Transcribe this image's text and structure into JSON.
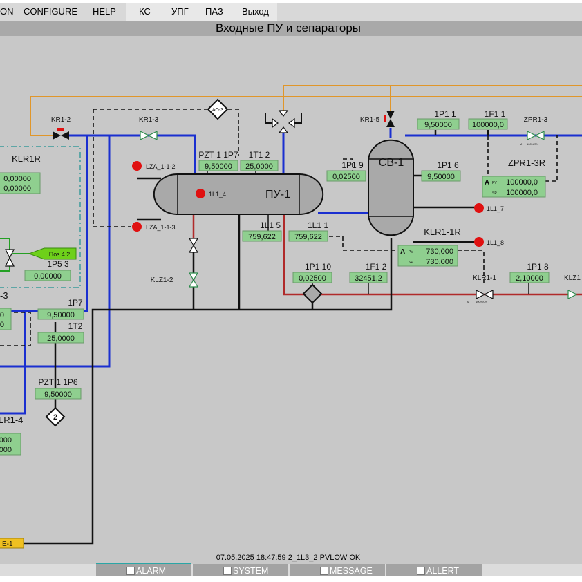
{
  "menu": {
    "items": [
      "ON",
      "CONFIGURE",
      "HELP",
      "КС",
      "УПГ",
      "ПАЗ",
      "Выход"
    ]
  },
  "header": {
    "title": "Входные ПУ и сепараторы"
  },
  "diagram": {
    "equipment": {
      "pu1": "ПУ-1",
      "sv1": "СВ-1"
    },
    "valves": {
      "kr1_2": "KR1-2",
      "kr1_3": "KR1-3",
      "kr1_5": "KR1-5",
      "klz1_2": "KLZ1-2",
      "zpr1_3": "ZPR1-3",
      "klr1_1": "KLR1-1",
      "klz1_cut": "KLZ1"
    },
    "alarms": {
      "lza_1_1_2": "LZA_1-1-2",
      "lza_1_1_3": "LZA_1-1-3",
      "l1_4": "1L1_4",
      "l1_7": "1L1_7",
      "l1_8": "1L1_8",
      "ao3": "АО-3"
    },
    "tags": {
      "pzt1_1p7": {
        "label": "PZT 1 1P7",
        "value": "9,50000"
      },
      "t1_2": {
        "label": "1T1 2",
        "value": "25,0000"
      },
      "p1_9": {
        "label": "1P1 9",
        "value": "0,02500"
      },
      "p1_1": {
        "label": "1P1 1",
        "value": "9,50000"
      },
      "f1_1": {
        "label": "1F1 1",
        "value": "100000,0"
      },
      "p1_6": {
        "label": "1P1 6",
        "value": "9,50000"
      },
      "l1_5": {
        "label": "1L1 5",
        "value": "759,622"
      },
      "l1_1": {
        "label": "1L1 1",
        "value": "759,622"
      },
      "p1_10": {
        "label": "1P1 10",
        "value": "0,02500"
      },
      "f1_2": {
        "label": "1F1 2",
        "value": "32451,2"
      },
      "p1_8": {
        "label": "1P1 8",
        "value": "2,10000"
      },
      "p5_3": {
        "label": "1P5 3",
        "value": "0,00000"
      },
      "p7": {
        "label": "1P7",
        "value": "9,50000"
      },
      "t2": {
        "label": "1T2",
        "value": "25,0000"
      },
      "pzt1_1p6": {
        "label": "PZT 1 1P6",
        "value": "9,50000"
      }
    },
    "controllers": {
      "klr1r": {
        "label": "KLR1R",
        "v1": "0,00000",
        "v2": "0,00000"
      },
      "zpr1_3r": {
        "label": "ZPR1-3R",
        "mode": "A",
        "pv": "100000,0",
        "sp": "100000,0"
      },
      "klr1_1r": {
        "label": "KLR1-1R",
        "mode": "A",
        "pv": "730,000",
        "sp": "730,000"
      },
      "klr1_4": {
        "label": "LR1-4",
        "v1": "000",
        "v2": "000"
      },
      "klr_left3": {
        "label": "-3",
        "v1": "0",
        "v2": "0"
      }
    },
    "small": {
      "pv": "PV",
      "sp": "SP",
      "m": "M",
      "open_close": "100%/0%",
      "position": "Поз.4.2",
      "node2": "2",
      "e1": "E-1"
    }
  },
  "status": {
    "message": "07.05.2025 18:47:59  2_1L3_2 PVLOW OK"
  },
  "tabs": [
    {
      "label": "ALARM"
    },
    {
      "label": "SYSTEM"
    },
    {
      "label": "MESSAGE"
    },
    {
      "label": "ALLERT"
    }
  ],
  "colors": {
    "background": "#c8c8c8",
    "blue_line": "#1a2fd0",
    "red_line": "#b02a2a",
    "orange_line": "#e0962a",
    "tag_fill": "#8fcf8f",
    "alarm_red": "#e01010",
    "position_fill": "#6ed01a"
  }
}
